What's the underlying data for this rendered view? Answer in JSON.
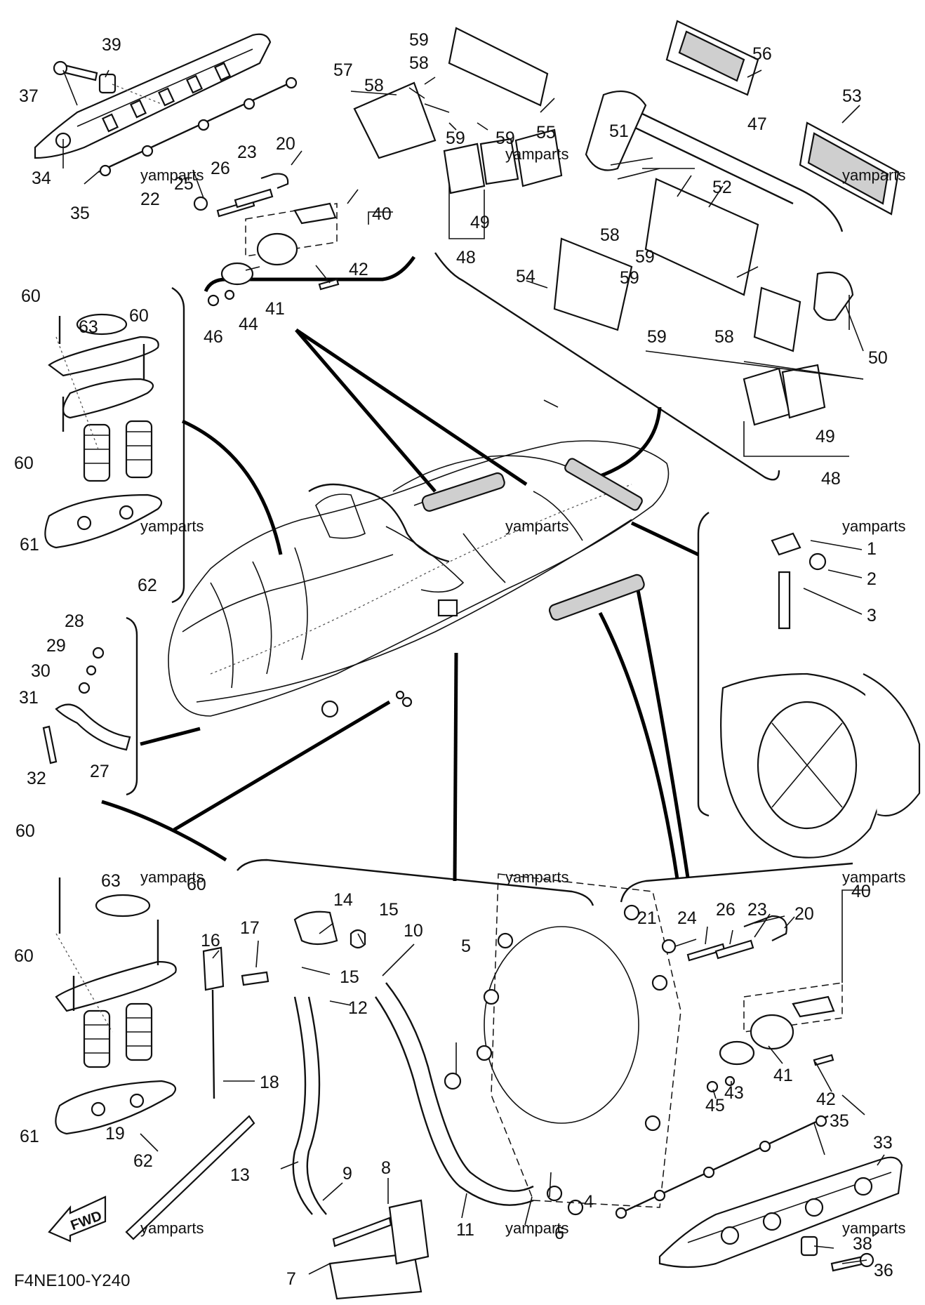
{
  "diagram": {
    "code": "F4NE100-Y240",
    "fwd_label": "FWD",
    "watermark": "yamparts",
    "callouts": [
      "1",
      "2",
      "3",
      "4",
      "5",
      "6",
      "7",
      "8",
      "9",
      "10",
      "11",
      "12",
      "13",
      "14",
      "15",
      "16",
      "17",
      "18",
      "19",
      "20",
      "21",
      "22",
      "23",
      "24",
      "25",
      "26",
      "27",
      "28",
      "29",
      "30",
      "31",
      "32",
      "33",
      "34",
      "35",
      "36",
      "37",
      "38",
      "39",
      "40",
      "41",
      "42",
      "43",
      "44",
      "45",
      "46",
      "47",
      "48",
      "49",
      "50",
      "51",
      "52",
      "53",
      "54",
      "55",
      "56",
      "57",
      "58",
      "59",
      "60",
      "61",
      "62",
      "63"
    ]
  }
}
